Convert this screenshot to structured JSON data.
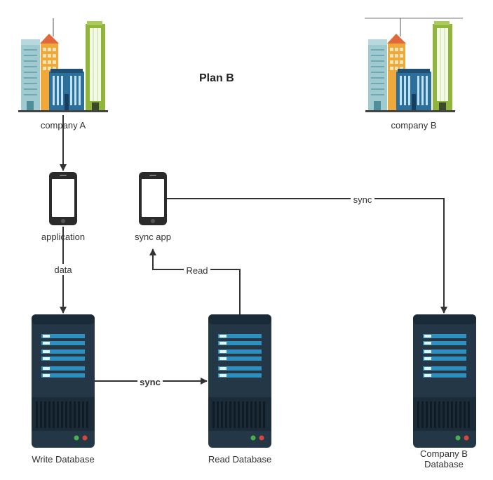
{
  "title": "Plan   B",
  "nodes": {
    "company_a": "company A",
    "company_b": "company B",
    "application": "application",
    "sync_app": "sync app",
    "write_db": "Write Database",
    "read_db": "Read Database",
    "company_b_db_line1": "Company B",
    "company_b_db_line2": "Database"
  },
  "edges": {
    "data": "data",
    "read": "Read",
    "sync_top": "sync",
    "sync_bottom": "sync"
  },
  "colors": {
    "server_body": "#233746",
    "server_slot": "#2f8fbf",
    "arrow": "#333333"
  }
}
